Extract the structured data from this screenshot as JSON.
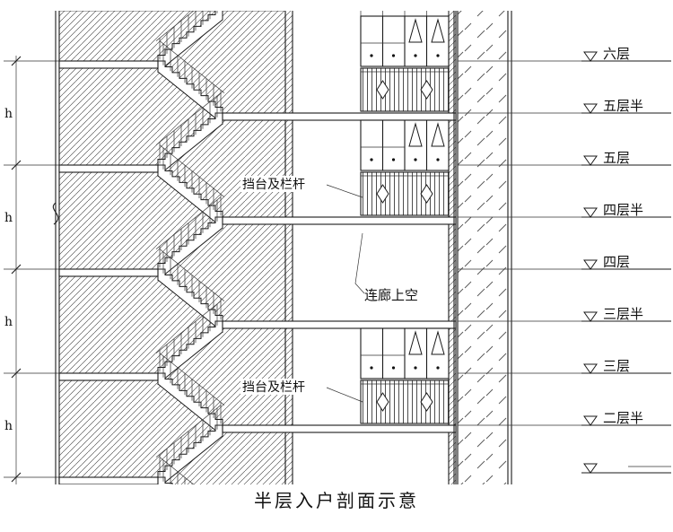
{
  "title": "半层入户剖面示意",
  "annotations": {
    "railing_label_upper": "挡台及栏杆",
    "railing_label_lower": "挡台及栏杆",
    "corridor_label": "连廊上空"
  },
  "floor_levels": [
    {
      "label": "六层"
    },
    {
      "label": "五层半"
    },
    {
      "label": "五层"
    },
    {
      "label": "四层半"
    },
    {
      "label": "四层"
    },
    {
      "label": "三层半"
    },
    {
      "label": "三层"
    },
    {
      "label": "二层半"
    }
  ],
  "dimension_labels": [
    "h",
    "h",
    "h",
    "h"
  ],
  "colors": {
    "line": "#1a1a1a",
    "hatch": "#3a3a3a",
    "background": "#ffffff"
  }
}
